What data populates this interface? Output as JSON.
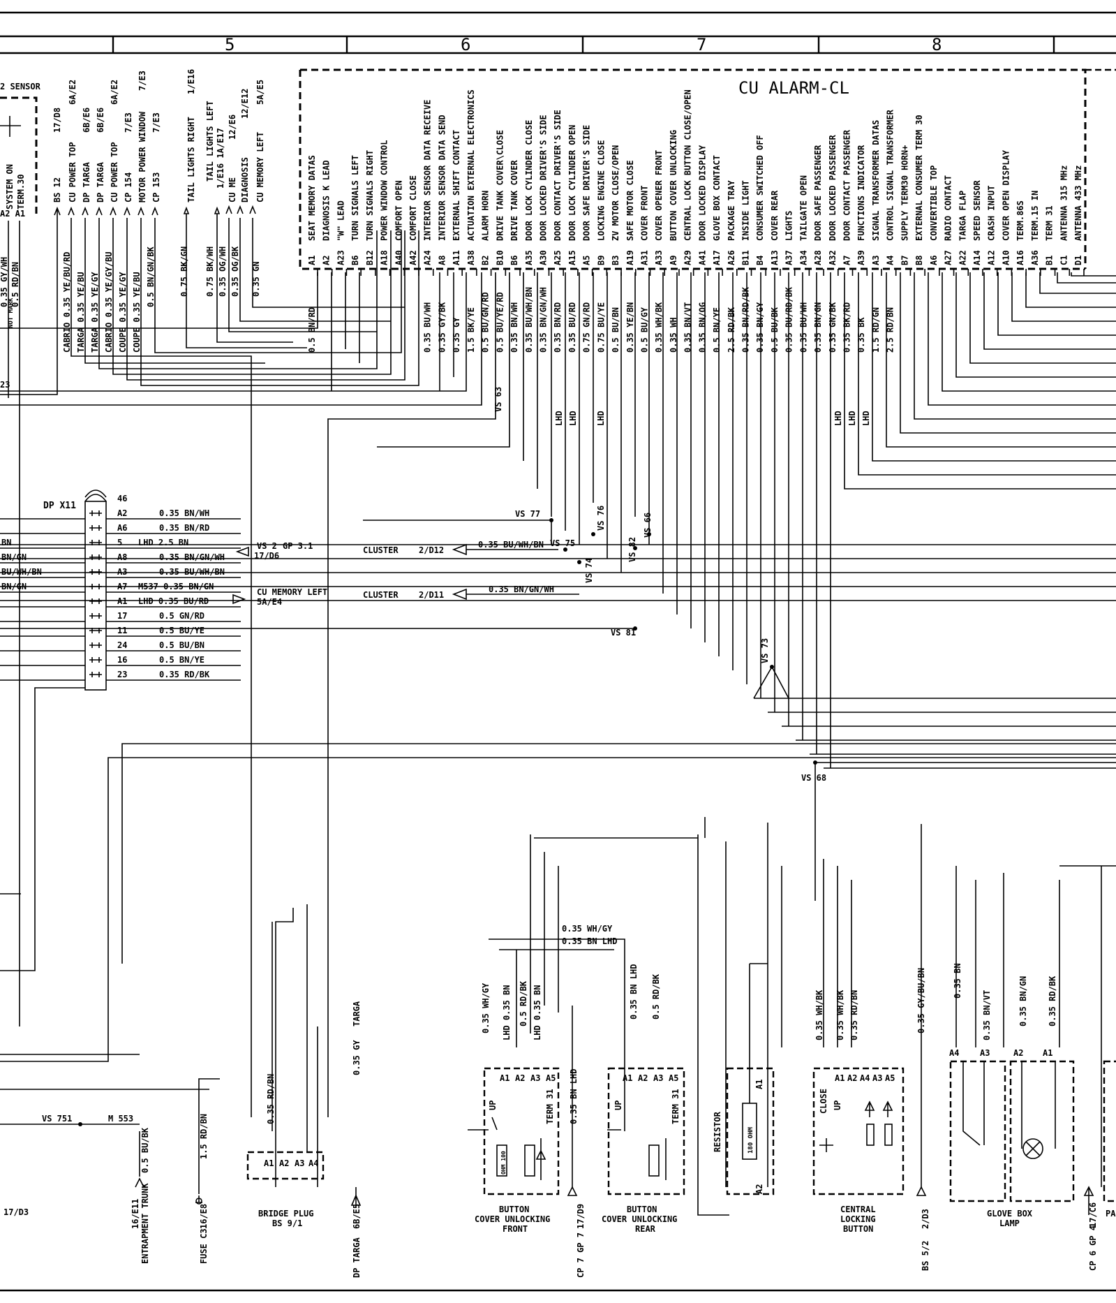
{
  "sheet": {
    "columns": [
      "5",
      "6",
      "7",
      "8"
    ]
  },
  "module": {
    "title": "CU ALARM-CL",
    "pins": [
      {
        "id": "A1",
        "label": "SEAT MEMORY DATAS",
        "wire": "0.5 BN/RD"
      },
      {
        "id": "A2",
        "label": "DIAGNOSIS K LEAD",
        "wire": ""
      },
      {
        "id": "A23",
        "label": "\"W\" LEAD",
        "wire": ""
      },
      {
        "id": "B6",
        "label": "TURN SIGNALS LEFT",
        "wire": ""
      },
      {
        "id": "B12",
        "label": "TURN SIGNALS RIGHT",
        "wire": ""
      },
      {
        "id": "A18",
        "label": "POWER WINDOW CONTROL",
        "wire": ""
      },
      {
        "id": "A40",
        "label": "COMFORT OPEN",
        "wire": ""
      },
      {
        "id": "A42",
        "label": "COMFORT CLOSE",
        "wire": ""
      },
      {
        "id": "A24",
        "label": "INTERIOR SENSOR DATA RECEIVE",
        "wire": "0.35 BU/WH"
      },
      {
        "id": "A8",
        "label": "INTERIOR SENSOR DATA SEND",
        "wire": "0.35 GY/BK"
      },
      {
        "id": "A11",
        "label": "EXTERNAL SHIFT CONTACT",
        "wire": "0.35 GY"
      },
      {
        "id": "A38",
        "label": "ACTUATION EXTERNAL ELECTRONICS",
        "wire": "1.5 BK/YE"
      },
      {
        "id": "B2",
        "label": "ALARM HORN",
        "wire": "0.5 BU/GN/RD"
      },
      {
        "id": "B10",
        "label": "DRIVE  TANK COVER\\CLOSE",
        "wire": "0.5 BU/YE/RD"
      },
      {
        "id": "B6",
        "label": "DRIVE  TANK COVER",
        "wire": "0.35 BN/WH"
      },
      {
        "id": "A35",
        "label": "DOOR LOCK CYLINDER CLOSE",
        "wire": "0.35 BU/WH/BN"
      },
      {
        "id": "A30",
        "label": "DOOR LOCKED DRIVER'S SIDE",
        "wire": "0.35 BN/GN/WH"
      },
      {
        "id": "A25",
        "label": "DOOR CONTACT DRIVER'S SIDE",
        "wire": "0.35 BN/RD"
      },
      {
        "id": "A15",
        "label": "DOOR LOCK CYLINDER OPEN",
        "wire": "0.35 BU/RD"
      },
      {
        "id": "A5",
        "label": "DOOR SAFE DRIVER'S SIDE",
        "wire": "0.75 GN/RD"
      },
      {
        "id": "B9",
        "label": "LOCKING  ENGINE CLOSE",
        "wire": "0.75 BU/YE"
      },
      {
        "id": "B3",
        "label": "ZV MOTOR CLOSE/OPEN",
        "wire": "0.5 BU/BN"
      },
      {
        "id": "A19",
        "label": "SAFE MOTOR CLOSE",
        "wire": "0.35 YE/BN"
      },
      {
        "id": "A31",
        "label": "COVER FRONT",
        "wire": "0.5 BU/GY"
      },
      {
        "id": "A33",
        "label": "COVER OPENER   FRONT",
        "wire": "0.35 WH/BK"
      },
      {
        "id": "A9",
        "label": "BUTTON COVER UNLOCKING",
        "wire": "0.35 WH"
      },
      {
        "id": "A29",
        "label": "CENTRAL LOCK BUTTON CLOSE/OPEN",
        "wire": "0.35 BN/VT"
      },
      {
        "id": "A41",
        "label": "DOOR LOCKED DISPLAY",
        "wire": "0.35 BN/OG"
      },
      {
        "id": "A17",
        "label": "GLOVE BOX CONTACT",
        "wire": "0.5 BN/YE"
      },
      {
        "id": "A26",
        "label": "PACKAGE TRAY",
        "wire": "2.5 RD/BK"
      },
      {
        "id": "B11",
        "label": "INSIDE LIGHT",
        "wire": "0.35 BN/RD/BK"
      },
      {
        "id": "B4",
        "label": "CONSUMER SWITCHED OFF",
        "wire": "0.35 BN/GY"
      },
      {
        "id": "A13",
        "label": "COVER REAR",
        "wire": "0.5 BU/BK"
      },
      {
        "id": "A37",
        "label": "LIGHTS",
        "wire": "0.35 BU/RD/BK"
      },
      {
        "id": "A34",
        "label": "TAILGATE  OPEN",
        "wire": "0.35 BU/WH"
      },
      {
        "id": "A28",
        "label": "DOOR SAFE PASSENGER",
        "wire": "0.35 BN/GN"
      },
      {
        "id": "A32",
        "label": "DOOR LOCKED PASSENGER",
        "wire": "0.35 GN/BK"
      },
      {
        "id": "A7",
        "label": "DOOR CONTACT  PASSENGER",
        "wire": "0.35 BK/RD"
      },
      {
        "id": "A39",
        "label": "FUNCTIONS INDICATOR",
        "wire": "0.35 BK"
      },
      {
        "id": "A3",
        "label": "SIGNAL TRANSFORMER DATAS",
        "wire": "1.5 RD/GN"
      },
      {
        "id": "A4",
        "label": "CONTROL SIGNAL TRANSFORMER",
        "wire": "2.5 RD/BN"
      },
      {
        "id": "B7",
        "label": "SUPPLY TERM30 HORN+",
        "wire": ""
      },
      {
        "id": "B8",
        "label": "EXTERNAL CONSUMER TERM 30",
        "wire": ""
      },
      {
        "id": "A6",
        "label": "CONVERTIBLE TOP",
        "wire": ""
      },
      {
        "id": "A27",
        "label": "RADIO CONTACT",
        "wire": ""
      },
      {
        "id": "A22",
        "label": "TARGA FLAP",
        "wire": ""
      },
      {
        "id": "A14",
        "label": "SPEED SENSOR",
        "wire": ""
      },
      {
        "id": "A12",
        "label": "CRASH INPUT",
        "wire": ""
      },
      {
        "id": "A10",
        "label": "COVER OPEN DISPLAY",
        "wire": ""
      },
      {
        "id": "A16",
        "label": "TERM.86S",
        "wire": ""
      },
      {
        "id": "A36",
        "label": "TERM.15 IN",
        "wire": ""
      },
      {
        "id": "B1",
        "label": "TERM 31",
        "wire": ""
      },
      {
        "id": "C1",
        "label": "ANTENNA 315 MHz",
        "wire": ""
      },
      {
        "id": "D1",
        "label": "ANTENNA 433 MHz",
        "wire": ""
      }
    ]
  },
  "left_top": {
    "sensor_label": "2 SENSOR",
    "system_on": "SYSTEM ON",
    "term30": "TERM.30",
    "pins": "A2  A1",
    "wire_a": "0.35 GY/WH",
    "wire_b": "0.5 RD/BN",
    "not_mark": "NOT MARK",
    "ref_23": "23"
  },
  "signals_left": [
    {
      "name": "BS 12",
      "ref": "17/D8",
      "wire": ""
    },
    {
      "name": "CU POWER TOP",
      "ref": "6A/E2",
      "wire": "CABRIO  0.35 YE/BU/RD"
    },
    {
      "name": "DP TARGA",
      "ref": "6B/E6",
      "wire": "TARGA  0.35 YE/BU"
    },
    {
      "name": "DP TARGA",
      "ref": "6B/E6",
      "wire": "TARGA  0.35 YE/GY"
    },
    {
      "name": "CU POWER TOP",
      "ref": "6A/E2",
      "wire": "CABRIO  0.35 YE/GY/BU"
    },
    {
      "name": "CP 154",
      "ref": "7/E3",
      "wire": "COUPE  0.35 YE/GY"
    },
    {
      "name": "MOTOR POWER WINDOW",
      "ref": "7/E3",
      "wire": "COUPE  0.35 YE/BU"
    },
    {
      "name": "CP 153",
      "ref": "7/E3",
      "wire": "0.5 BN/GN/BK"
    }
  ],
  "signals_tail": [
    {
      "name": "TAIL LIGHTS  RIGHT",
      "ref": "1/E16",
      "wire": "0.75 BK/GN"
    },
    {
      "name": "TAIL LIGHTS  LEFT",
      "ref": "1/E16  1A/E17",
      "wire": "0.75 BK/WH"
    },
    {
      "name": "CU ME",
      "ref": "12/E6",
      "wire": "0.35 OG/WH"
    },
    {
      "name": "DIAGNOSIS",
      "ref": "12/E12",
      "wire": "0.35 OG/BK"
    },
    {
      "name": "CU MEMORY LEFT",
      "ref": "5A/E5",
      "wire": "0.35 GN"
    }
  ],
  "markers": {
    "vs63": "VS 63",
    "lhd": "LHD"
  },
  "connector": {
    "name": "DP X11",
    "rows": [
      {
        "pin": "46",
        "wire": "",
        "left": ""
      },
      {
        "pin": "A2",
        "wire": "0.35 BN/WH",
        "left": ""
      },
      {
        "pin": "A6",
        "wire": "0.35 BN/RD",
        "left": ""
      },
      {
        "pin": "5",
        "wire": "LHD 2.5 BN",
        "left": "BN"
      },
      {
        "pin": "A8",
        "wire": "0.35 BN/GN/WH",
        "left": "BN/GN"
      },
      {
        "pin": "A3",
        "wire": "0.35 BU/WH/BN",
        "left": "BU/WH/BN"
      },
      {
        "pin": "A7",
        "wire": "M537 0.35 BN/GN",
        "left": "BN/GN"
      },
      {
        "pin": "A1",
        "wire": "LHD 0.35 BU/RD",
        "left": ""
      },
      {
        "pin": "17",
        "wire": "0.5 GN/RD",
        "left": ""
      },
      {
        "pin": "11",
        "wire": "0.5 BU/YE",
        "left": ""
      },
      {
        "pin": "24",
        "wire": "0.5 BU/BN",
        "left": ""
      },
      {
        "pin": "16",
        "wire": "0.5 BN/YE",
        "left": ""
      },
      {
        "pin": "23",
        "wire": "0.35 RD/BK",
        "left": ""
      }
    ],
    "vs2": "VS 2",
    "gp31": "GP 3.1",
    "ref_17d6": "17/D6",
    "cu_memory_left": "CU MEMORY LEFT",
    "ref_5ae4": "5A/E4"
  },
  "cluster": [
    {
      "label": "CLUSTER",
      "ref": "2/D12",
      "wire": "0.35 BU/WH/BN"
    },
    {
      "label": "CLUSTER",
      "ref": "2/D11",
      "wire": "0.35 BN/GN/WH"
    }
  ],
  "splices": {
    "vs77": "VS 77",
    "vs75": "VS 75",
    "vs74": "VS 74",
    "vs76": "VS 76",
    "vs82": "VS 82",
    "vs66": "VS 66",
    "vs81": "VS 81",
    "vs73": "VS 73",
    "vs68": "VS 68",
    "vs751": "VS 751",
    "m553": "M 553"
  },
  "bottom": {
    "ref_17d3": "17/D3",
    "trunk_wire": "0.5 BU/BK",
    "entrapment": "ENTRAPMENT TRUNK",
    "entrapment_ref": "16/E11",
    "fuse_wire": "1.5 RD/BN",
    "fuse_label": "FUSE C3",
    "fuse_ref": "16/E8",
    "bridge_wire": "0.35 RD/BN",
    "bridge_label": "BRIDGE PLUG",
    "bridge_sub": "BS 9/1",
    "bridge_pins": [
      "A1",
      "A2",
      "A3",
      "A4"
    ],
    "targa_wire": "0.35 GY",
    "targa_tag": "TARGA",
    "dp_targa": "DP TARGA",
    "dp_targa_ref": "6B/E5",
    "wire_wh_gy": "0.35 WH/GY",
    "wire_bn_lhd": "0.35 BN LHD",
    "btn_front_wires": [
      "0.35 WH/GY",
      "LHD 0.35 BN",
      "0.5 RD/BK",
      "LHD 0.35 BN"
    ],
    "btn_front_pins": [
      "A1",
      "A2",
      "A3",
      "A5"
    ],
    "btn_front_label": "BUTTON",
    "btn_front_sub1": "COVER UNLOCKING",
    "btn_front_sub2": "FRONT",
    "up": "UP",
    "term31": "TERM 31",
    "ohm100": "OHM 100",
    "cp7_wire": "0.35 BN LHD",
    "cp7_label": "CP 7 GP 7",
    "cp7_ref": "17/D9",
    "btn_rear_wires": [
      "0.35 BN LHD",
      "0.5 RD/BK"
    ],
    "btn_rear_pins": [
      "A1",
      "A2",
      "A3",
      "A5"
    ],
    "btn_rear_label": "BUTTON",
    "btn_rear_sub1": "COVER UNLOCKING",
    "btn_rear_sub2": "REAR",
    "resistor_label": "RESISTOR",
    "resistor_value": "180 OHM",
    "res_pin1": "A1",
    "res_pin2": "A2",
    "cl_wires": [
      "0.35 WH/BK",
      "0.35 WH/BK",
      "0.35 RD/BN"
    ],
    "cl_pins": [
      "A1",
      "A2",
      "A4",
      "A3",
      "A5"
    ],
    "close": "CLOSE",
    "cl_label": "CENTRAL",
    "cl_sub1": "LOCKING",
    "cl_sub2": "BUTTON",
    "bs52_wire": "0.35 GY/BU/BN",
    "bs52_label": "BS 5/2",
    "bs52_ref": "2/D3",
    "gb_wires": [
      "0.35 BN",
      "0.35 BN/VT",
      "0.35 BN/GN",
      "0.35 RD/BK"
    ],
    "gb_pins": [
      "A4",
      "A3",
      "A2",
      "A1"
    ],
    "gb_label": "GLOVE BOX",
    "gb_sub": "LAMP",
    "cp6_label": "CP 6 GP 4",
    "cp6_ref": "17/C6",
    "pa_label": "PA"
  }
}
